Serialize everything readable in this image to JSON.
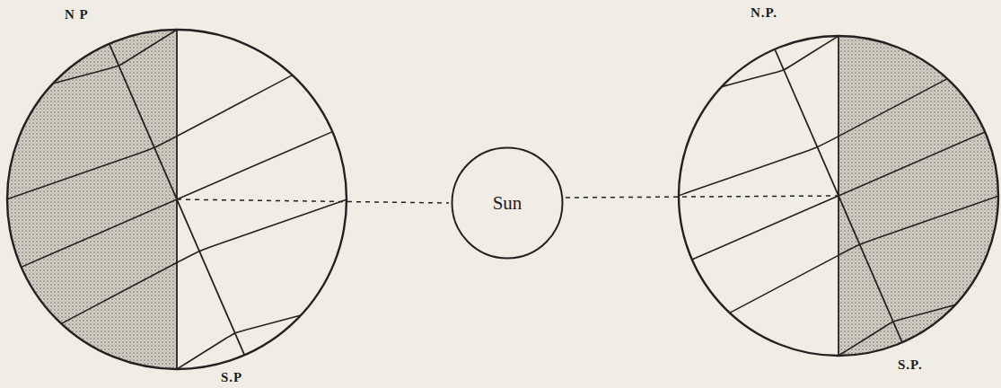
{
  "diagram": {
    "nodes": [
      {
        "text": [
          "Sun"
        ]
      }
    ],
    "labels": [
      "N P",
      "S.P",
      "N.P.",
      "S.P."
    ]
  }
}
